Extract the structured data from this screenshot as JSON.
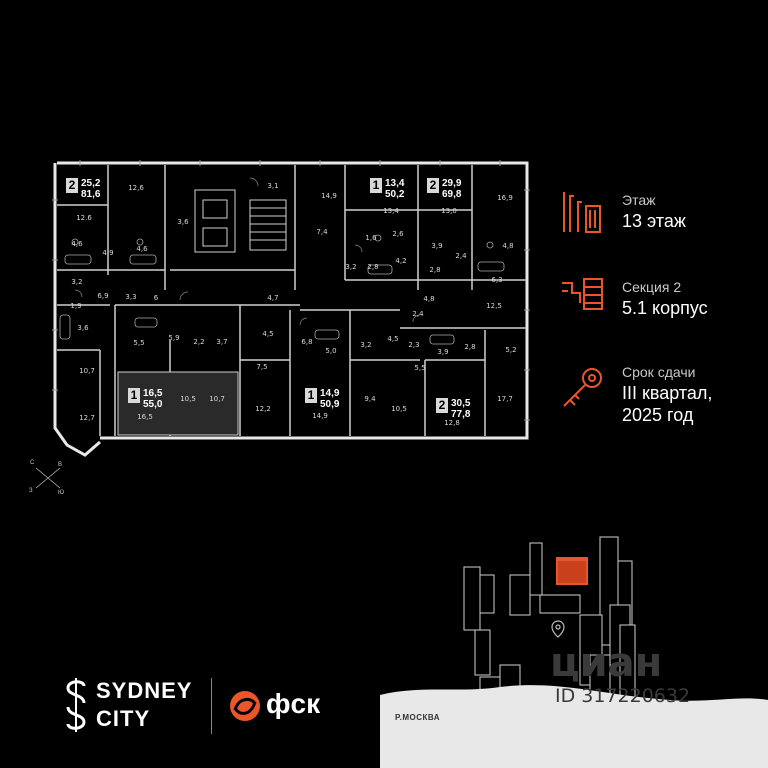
{
  "info": {
    "floor_label": "Этаж",
    "floor_value": "13 этаж",
    "section_label": "Секция 2",
    "section_value": "5.1 корпус",
    "deadline_label": "Срок сдачи",
    "deadline_line1": "III квартал,",
    "deadline_line2": "2025 год"
  },
  "apartments": [
    {
      "rooms": "2",
      "area_living": "25,2",
      "area_total": "81,6"
    },
    {
      "rooms": "1",
      "area_living": "13,4",
      "area_total": "50,2"
    },
    {
      "rooms": "2",
      "area_living": "29,9",
      "area_total": "69,8"
    },
    {
      "rooms": "1",
      "area_living": "16,5",
      "area_total": "55,0"
    },
    {
      "rooms": "1",
      "area_living": "14,9",
      "area_total": "50,9"
    },
    {
      "rooms": "2",
      "area_living": "30,5",
      "area_total": "77,8"
    }
  ],
  "room_labels": [
    "12,6",
    "12.6",
    "4,6",
    "4,9",
    "4,6",
    "3,2",
    "6,9",
    "3,3",
    "6",
    "1,9",
    "3,6",
    "10,7",
    "12,7",
    "3,6",
    "3,1",
    "14,9",
    "7,4",
    "13,4",
    "1,6",
    "2,6",
    "3,2",
    "2,8",
    "4,2",
    "13,0",
    "3,9",
    "2,8",
    "2,4",
    "16,9",
    "4,8",
    "6,3",
    "4,7",
    "4,8",
    "12,5",
    "5,5",
    "5,9",
    "2,2",
    "3,7",
    "4,5",
    "6,8",
    "7,5",
    "5,0",
    "3,2",
    "4,5",
    "2,4",
    "2,3",
    "3,9",
    "2,8",
    "5,2",
    "5,5",
    "9,4",
    "10,5",
    "17,7",
    "10,5",
    "10,7",
    "12,2",
    "14,9",
    "16,5",
    "12,8"
  ],
  "compass": {
    "n": "С",
    "e": "В",
    "s": "Ю",
    "w": "З"
  },
  "logos": {
    "sydney_line1": "SYDNEY",
    "sydney_line2": "CITY",
    "fsk": "фск"
  },
  "site_map": {
    "river_label": "Р.МОСКВА"
  },
  "watermark": {
    "brand": "циан",
    "id": "ID 317220632"
  },
  "colors": {
    "accent": "#e8562a",
    "background": "#000000",
    "wall": "#ffffff",
    "highlight_building": "#e8562a"
  }
}
